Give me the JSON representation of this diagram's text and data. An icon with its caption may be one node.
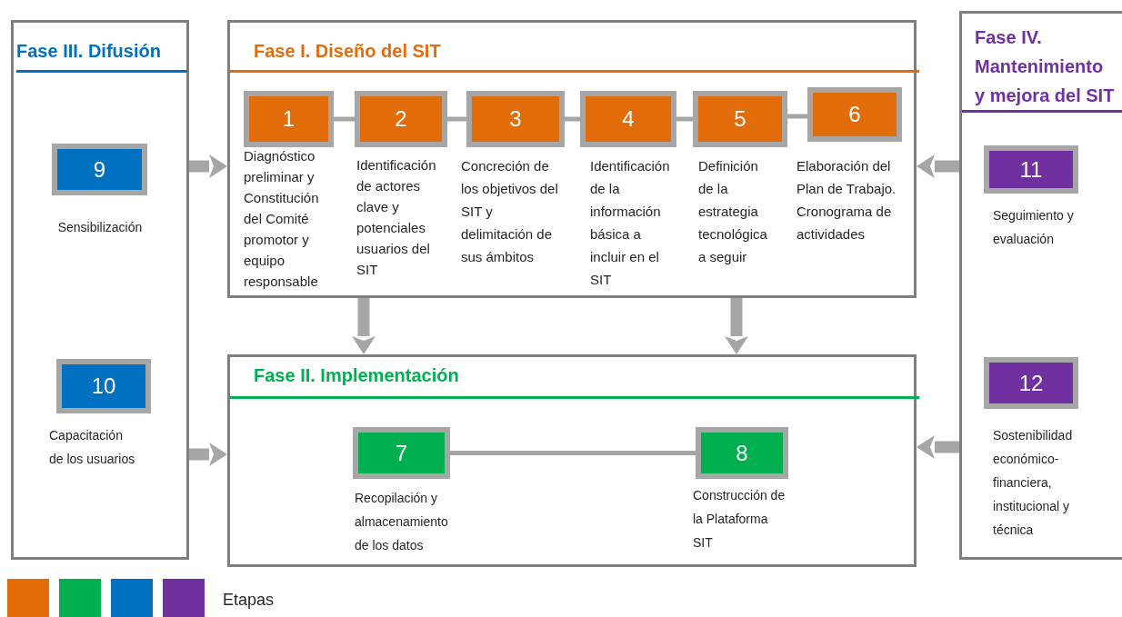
{
  "diagram": {
    "nodes": [
      {
        "text": [
          "Fase III. Difusión"
        ]
      },
      {
        "text": [
          "9",
          "Sensibilización"
        ],
        "in": 0
      },
      {
        "text": [
          "10",
          "Capacitación de los usuarios"
        ],
        "in": 0
      },
      {
        "text": [
          "Fase I. Diseño del SIT"
        ]
      },
      {
        "text": [
          "1",
          "Diagnóstico preliminar y Constitución del Comité promotor y equipo responsable"
        ],
        "in": 3
      },
      {
        "text": [
          "2",
          "Identificación de actores clave y potenciales usuarios del SIT"
        ],
        "in": 3
      },
      {
        "text": [
          "3",
          "Concreción de los objetivos del SIT y delimitación de sus ámbitos"
        ],
        "in": 3
      },
      {
        "text": [
          "4",
          "Identificación de la información básica a incluir en el SIT"
        ],
        "in": 3
      },
      {
        "text": [
          "5",
          "Definición de la estrategia tecnológica a seguir"
        ],
        "in": 3
      },
      {
        "text": [
          "6",
          "Elaboración del Plan de Trabajo. Cronograma de actividades"
        ],
        "in": 3
      },
      {
        "text": [
          "Fase II. Implementación"
        ]
      },
      {
        "text": [
          "7",
          "Recopilación y almacenamiento de los datos"
        ],
        "in": 10
      },
      {
        "text": [
          "8",
          "Construcción de la Plataforma SIT"
        ],
        "in": 10
      },
      {
        "text": [
          "Fase IV. Mantenimiento y mejora del SIT"
        ]
      },
      {
        "text": [
          "11",
          "Seguimiento y evaluación"
        ],
        "in": 13
      },
      {
        "text": [
          "12",
          "Sostenibilidad económico-financiera, institucional y técnica"
        ],
        "in": 13
      }
    ],
    "edges": [
      {
        "from": 0,
        "to": 3,
        "arrow": "to",
        "style": "thick"
      },
      {
        "from": 13,
        "to": 3,
        "arrow": "to",
        "style": "thick"
      },
      {
        "from": 3,
        "to": 10,
        "arrow": "to",
        "style": "thick"
      },
      {
        "from": 3,
        "to": 10,
        "arrow": "to",
        "style": "thick"
      },
      {
        "from": 0,
        "to": 10,
        "arrow": "to",
        "style": "thick"
      },
      {
        "from": 13,
        "to": 10,
        "arrow": "to",
        "style": "thick"
      },
      {
        "from": 4,
        "to": 5,
        "arrow": "none"
      },
      {
        "from": 5,
        "to": 6,
        "arrow": "none"
      },
      {
        "from": 6,
        "to": 7,
        "arrow": "none"
      },
      {
        "from": 7,
        "to": 8,
        "arrow": "none"
      },
      {
        "from": 8,
        "to": 9,
        "arrow": "none"
      },
      {
        "from": 11,
        "to": 12,
        "arrow": "none"
      }
    ],
    "labels": [
      "Etapas"
    ]
  }
}
